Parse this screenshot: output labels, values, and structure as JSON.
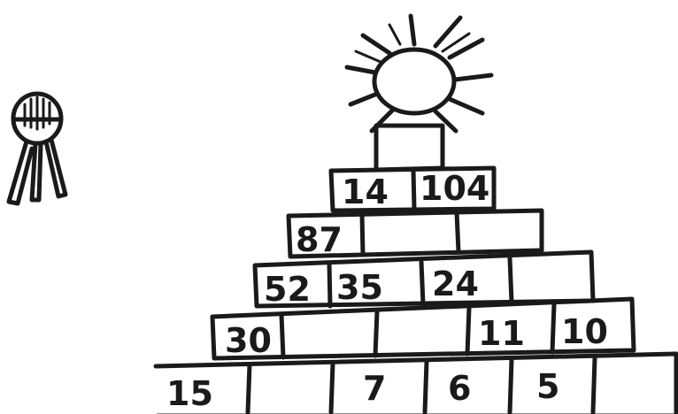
{
  "pyramid": {
    "rows": [
      {
        "cells": [
          "14",
          "104"
        ]
      },
      {
        "cells": [
          "87",
          "",
          ""
        ]
      },
      {
        "cells": [
          "52",
          "35",
          "24",
          ""
        ]
      },
      {
        "cells": [
          "30",
          "",
          "",
          "11",
          "10"
        ]
      },
      {
        "cells": [
          "15",
          "",
          "7",
          "6",
          "5",
          ""
        ]
      }
    ]
  }
}
